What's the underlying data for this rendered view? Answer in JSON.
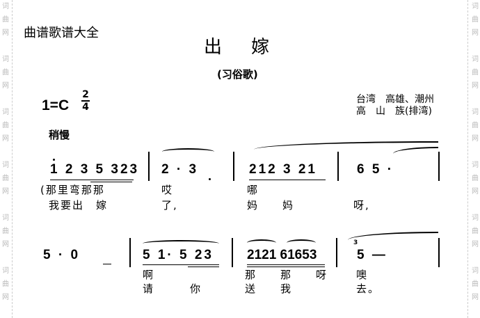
{
  "watermark": {
    "chars": [
      "词",
      "曲",
      "网"
    ]
  },
  "site_title": "曲谱歌谱大全",
  "song": {
    "title": "出　嫁",
    "subtitle": "(习俗歌)",
    "key": "1=C",
    "time_top": "2",
    "time_bottom": "4",
    "origin_line1": "台湾　高雄、潮州",
    "origin_line2": "高　山　族(排湾)",
    "tempo": "稍慢"
  },
  "row1": {
    "measures": [
      {
        "notes": "1 2  3 5 323"
      },
      {
        "notes": "2 ·    3"
      },
      {
        "notes": "212  3 21"
      },
      {
        "notes": "6    5 ·"
      }
    ],
    "lyrics1": [
      "(那里弯那那",
      "哎",
      "哪"
    ],
    "lyrics2": [
      "我要出　嫁",
      "了,",
      "妈　　妈",
      "呀,"
    ]
  },
  "row2": {
    "measures": [
      {
        "notes": "5 ·    0"
      },
      {
        "notes": "5 1·  5 23"
      },
      {
        "notes": "2121 61653"
      },
      {
        "notes": "5    —",
        "grace": "3"
      }
    ],
    "lyrics1": [
      "啊",
      "那　　那　　呀",
      "噢"
    ],
    "lyrics2": [
      "请　　　你",
      "送　　我",
      "去。"
    ]
  }
}
